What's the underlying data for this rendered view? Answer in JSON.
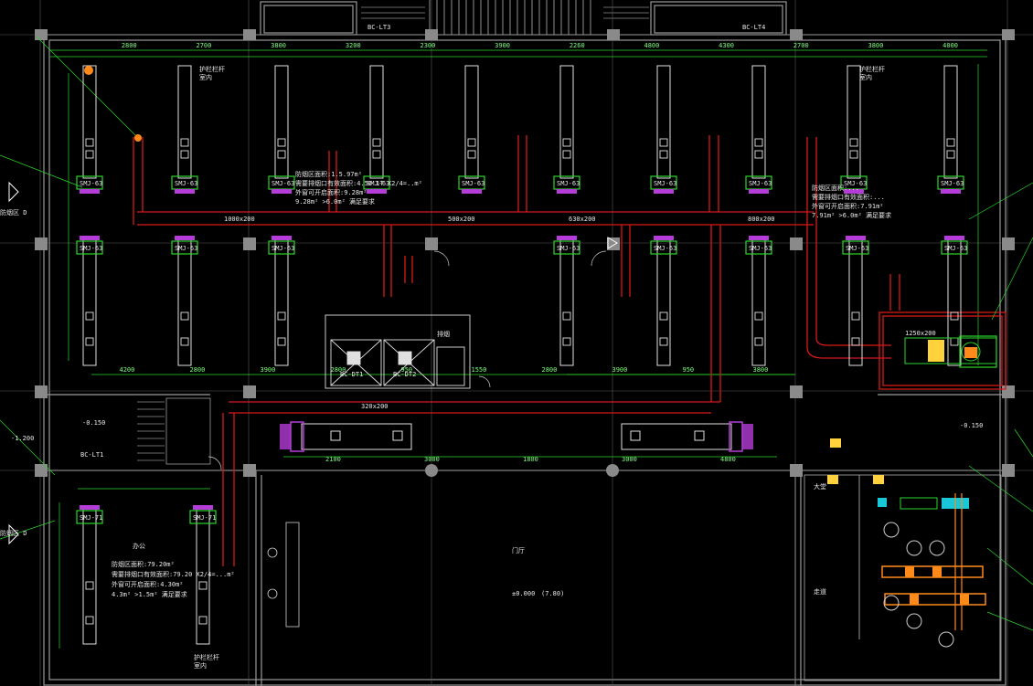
{
  "colors": {
    "background": "#000000",
    "wall": "#9a9a9a",
    "column": "#8a8a8a",
    "axis_line": "#d8d8d8",
    "dimension": "#2bd62b",
    "supply_duct": "#d61a1a",
    "unit_body": "#e0e0e0",
    "unit_tag": "#2bd62b",
    "unit_diffuser": "#b53cd8",
    "equipment": "#ff8a1a",
    "cyan": "#18c8d8",
    "yellow": "#ffd23c",
    "leader": "#2bd62b"
  },
  "labels": {
    "stair_top_left": "BC-LT3",
    "stair_top_right": "BC-LT4",
    "stair_left": "BC-LT1",
    "elevator_1": "BC-DT1",
    "elevator_2": "BC-DT2",
    "zone_left": "防烟区 D",
    "zone_left_low": "防烟区 D",
    "door_mid": "门厅",
    "elev_mid": "±0.000",
    "elev_left": "-0.150",
    "elev_left2": "-1.200",
    "elev_right": "-0.150",
    "level_note": "(7.80)",
    "exhaust_note": "排烟",
    "room_corner": "办公",
    "room_right_top": "大堂",
    "room_right_bottom": "走道"
  },
  "unit_model_top": "SMJ-63",
  "unit_model_bottom": "SMJ-71",
  "note_left_top": "护栏栏杆\n室内",
  "note_right_top": "护栏栏杆\n室内",
  "note_left_bottom": "护栏栏杆\n室内",
  "notes_smoke": [
    "防烟区面积:1.5.97m²",
    "需要排烟口有效面积:4.56 1T X2/4=..m²",
    "外窗可开启面积:9.28m²",
    "9.28m² >6.0m² 满足要求"
  ],
  "notes_smoke_right": [
    "防烟区面积:...",
    "需要排烟口有效面积:...",
    "外窗可开启面积:7.91m²",
    "7.91m² >6.0m² 满足要求"
  ],
  "notes_smoke_left": [
    "防烟区面积:79.20m²",
    "需要排烟口有效面积:79.20 X2/4=...m²",
    "外窗可开启面积:4.30m²",
    "4.3m² >1.5m² 满足要求"
  ],
  "ducts": {
    "d1": "1000x200",
    "d2": "500x200",
    "d3": "630x200",
    "d4": "800x200",
    "d5": "320x200",
    "d6": "1250x200"
  },
  "dims_top": [
    "2800",
    "2700",
    "3800",
    "3200",
    "2300",
    "3900",
    "2260",
    "4800",
    "4300",
    "2700",
    "3800",
    "4000"
  ],
  "dims_mid": [
    "4200",
    "2800",
    "3900",
    "2800",
    "950",
    "1550",
    "2800",
    "3900",
    "950",
    "3800"
  ],
  "dims_bottom": [
    "2100",
    "3000",
    "1800",
    "3000",
    "4800"
  ]
}
